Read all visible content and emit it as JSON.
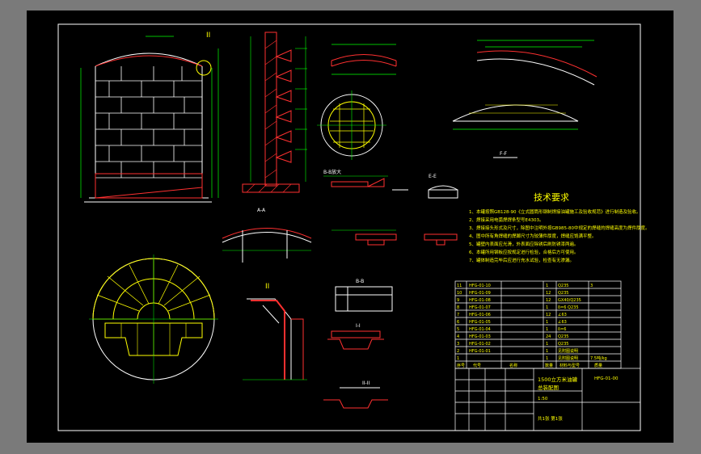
{
  "drawing_title": "技术要求",
  "notes": [
    "1、本罐按照GB128-90《立式圆筒形钢制焊接油罐施工及验收规范》进行制造及验收。",
    "2、焊接采用电弧焊焊条型号E4303。",
    "3、焊接接头形式及尺寸，除图中注明外按GB985-80中规定的焊缝的焊缝高度为焊件厚度。",
    "4、图中所有角焊缝的焊脚尺寸为较薄件厚度，焊缝应饱满平整。",
    "5、罐壁内表面应光滑，外表面应除锈后刷防锈漆两遍。",
    "6、本罐所用钢板应按规定进行检验，合格后方可使用。",
    "7、罐体制造完毕后应进行充水试验，检查有无渗漏。"
  ],
  "labels": {
    "section_ii": "II",
    "section_b": "B-B放大",
    "section_ii_2": "II",
    "section_ee": "E-E",
    "section_ff": "F-F",
    "section_aa": "A-A",
    "section_bb": "I-I",
    "section_gg": "II-II",
    "section_hh": "B-B"
  },
  "bom_rows": [
    {
      "no": "11",
      "code": "HFG-01-10",
      "name": "",
      "qty": "1",
      "material": "Q235",
      "mass": "3"
    },
    {
      "no": "10",
      "code": "HFG-01-09",
      "name": "",
      "qty": "12",
      "material": "Q235",
      "mass": ""
    },
    {
      "no": "9",
      "code": "HFG-01-08",
      "name": "",
      "qty": "12",
      "material": "GX40/Q235",
      "mass": ""
    },
    {
      "no": "8",
      "code": "HFG-01-07",
      "name": "",
      "qty": "1",
      "material": "δ=6 Q235",
      "mass": ""
    },
    {
      "no": "7",
      "code": "HFG-01-06",
      "name": "",
      "qty": "12",
      "material": "∠63",
      "mass": ""
    },
    {
      "no": "6",
      "code": "HFG-01-05",
      "name": "",
      "qty": "1",
      "material": "∠63",
      "mass": ""
    },
    {
      "no": "5",
      "code": "HFG-01-04",
      "name": "",
      "qty": "1",
      "material": "δ=6",
      "mass": ""
    },
    {
      "no": "4",
      "code": "HFG-01-03",
      "name": "",
      "qty": "24",
      "material": "Q235",
      "mass": ""
    },
    {
      "no": "3",
      "code": "HFG-01-02",
      "name": "",
      "qty": "1",
      "material": "Q235",
      "mass": ""
    },
    {
      "no": "2",
      "code": "HFG-01-01",
      "name": "",
      "qty": "1",
      "material": "见附图说明",
      "mass": ""
    },
    {
      "no": "1",
      "code": "",
      "name": "",
      "qty": "1",
      "material": "见附图说明",
      "mass": "7.5吨/kg"
    }
  ],
  "bom_header": {
    "no": "序号",
    "code": "代号",
    "name": "名称",
    "qty": "数量",
    "material": "材料与型号",
    "mass": "质量"
  },
  "title_block": {
    "project": "1500立方米油罐",
    "drawing_name": "总装配图",
    "drawing_no": "HFG-01-00",
    "scale": "1:50",
    "sheet": "共1张 第1张"
  },
  "colors": {
    "background": "#000000",
    "frame": "#ffffff",
    "hatch": "#ff3030",
    "dim": "#00ff00",
    "text": "#ffff00",
    "shell": "#ffffff"
  }
}
